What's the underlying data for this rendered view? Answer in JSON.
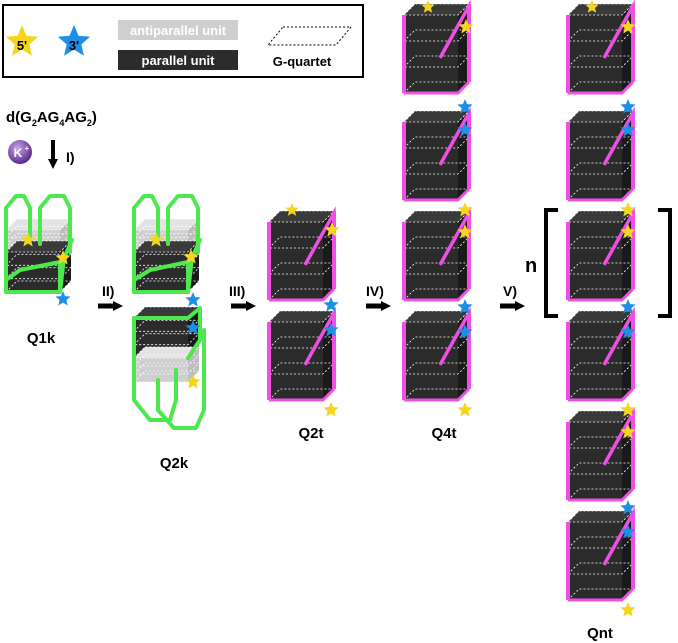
{
  "legend": {
    "five_prime": "5'",
    "three_prime": "3'",
    "antiparallel_unit": "antiparallel unit",
    "parallel_unit": "parallel unit",
    "g_quartet": "G-quartet"
  },
  "sequence": {
    "prefix": "d(G",
    "s1": "2",
    "mid1": "AG",
    "s2": "4",
    "mid2": "AG",
    "s3": "2",
    "suffix": ")"
  },
  "ion": {
    "symbol": "K",
    "charge": "+"
  },
  "steps": {
    "i": "I)",
    "ii": "II)",
    "iii": "III)",
    "iv": "IV)",
    "v": "V)"
  },
  "species": {
    "q1k": "Q1k",
    "q2k": "Q2k",
    "q2t": "Q2t",
    "q4t": "Q4t",
    "qnt": "Qnt"
  },
  "repeat_label": "n",
  "colors": {
    "five_prime_star": "#F5D51E",
    "three_prime_star": "#1E8FE6",
    "antiparallel": "#CFCFCF",
    "parallel": "#2B2B2B",
    "parallel_loop": "#F04FE6",
    "antiparallel_loop": "#4DE84D",
    "ion": "#7B3FA6"
  }
}
